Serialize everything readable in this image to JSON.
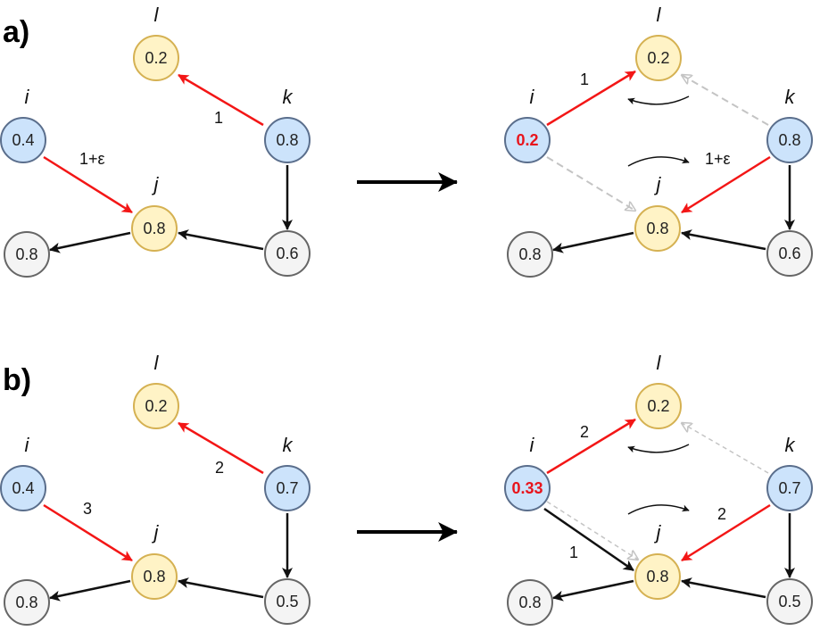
{
  "colors": {
    "blue_fill": "#cce3fb",
    "blue_stroke": "#5a6e8c",
    "yellow_fill": "#fff3c6",
    "yellow_stroke": "#d5b152",
    "gray_fill": "#f4f4f4",
    "gray_stroke": "#666666",
    "red": "#f31616",
    "black": "#111111",
    "dashed": "#c4c4c4"
  },
  "panels": {
    "a": {
      "label": "a)",
      "left": {
        "i_label": "i",
        "i_value": "0.4",
        "j_label": "j",
        "j_value": "0.8",
        "k_label": "k",
        "k_value": "0.8",
        "l_label": "l",
        "l_value": "0.2",
        "n1_value": "0.8",
        "n2_value": "0.6",
        "edge_kl": "1",
        "edge_ij": "1+ε"
      },
      "right": {
        "i_label": "i",
        "i_value": "0.2",
        "j_label": "j",
        "j_value": "0.8",
        "k_label": "k",
        "k_value": "0.8",
        "l_label": "l",
        "l_value": "0.2",
        "n1_value": "0.8",
        "n2_value": "0.6",
        "edge_il": "1",
        "edge_kj": "1+ε"
      }
    },
    "b": {
      "label": "b)",
      "left": {
        "i_label": "i",
        "i_value": "0.4",
        "j_label": "j",
        "j_value": "0.8",
        "k_label": "k",
        "k_value": "0.7",
        "l_label": "l",
        "l_value": "0.2",
        "n1_value": "0.8",
        "n2_value": "0.5",
        "edge_kl": "2",
        "edge_ij": "3"
      },
      "right": {
        "i_label": "i",
        "i_value": "0.33",
        "j_label": "j",
        "j_value": "0.8",
        "k_label": "k",
        "k_value": "0.7",
        "l_label": "l",
        "l_value": "0.2",
        "n1_value": "0.8",
        "n2_value": "0.5",
        "edge_il": "2",
        "edge_kj": "2",
        "edge_ij": "1"
      }
    }
  }
}
